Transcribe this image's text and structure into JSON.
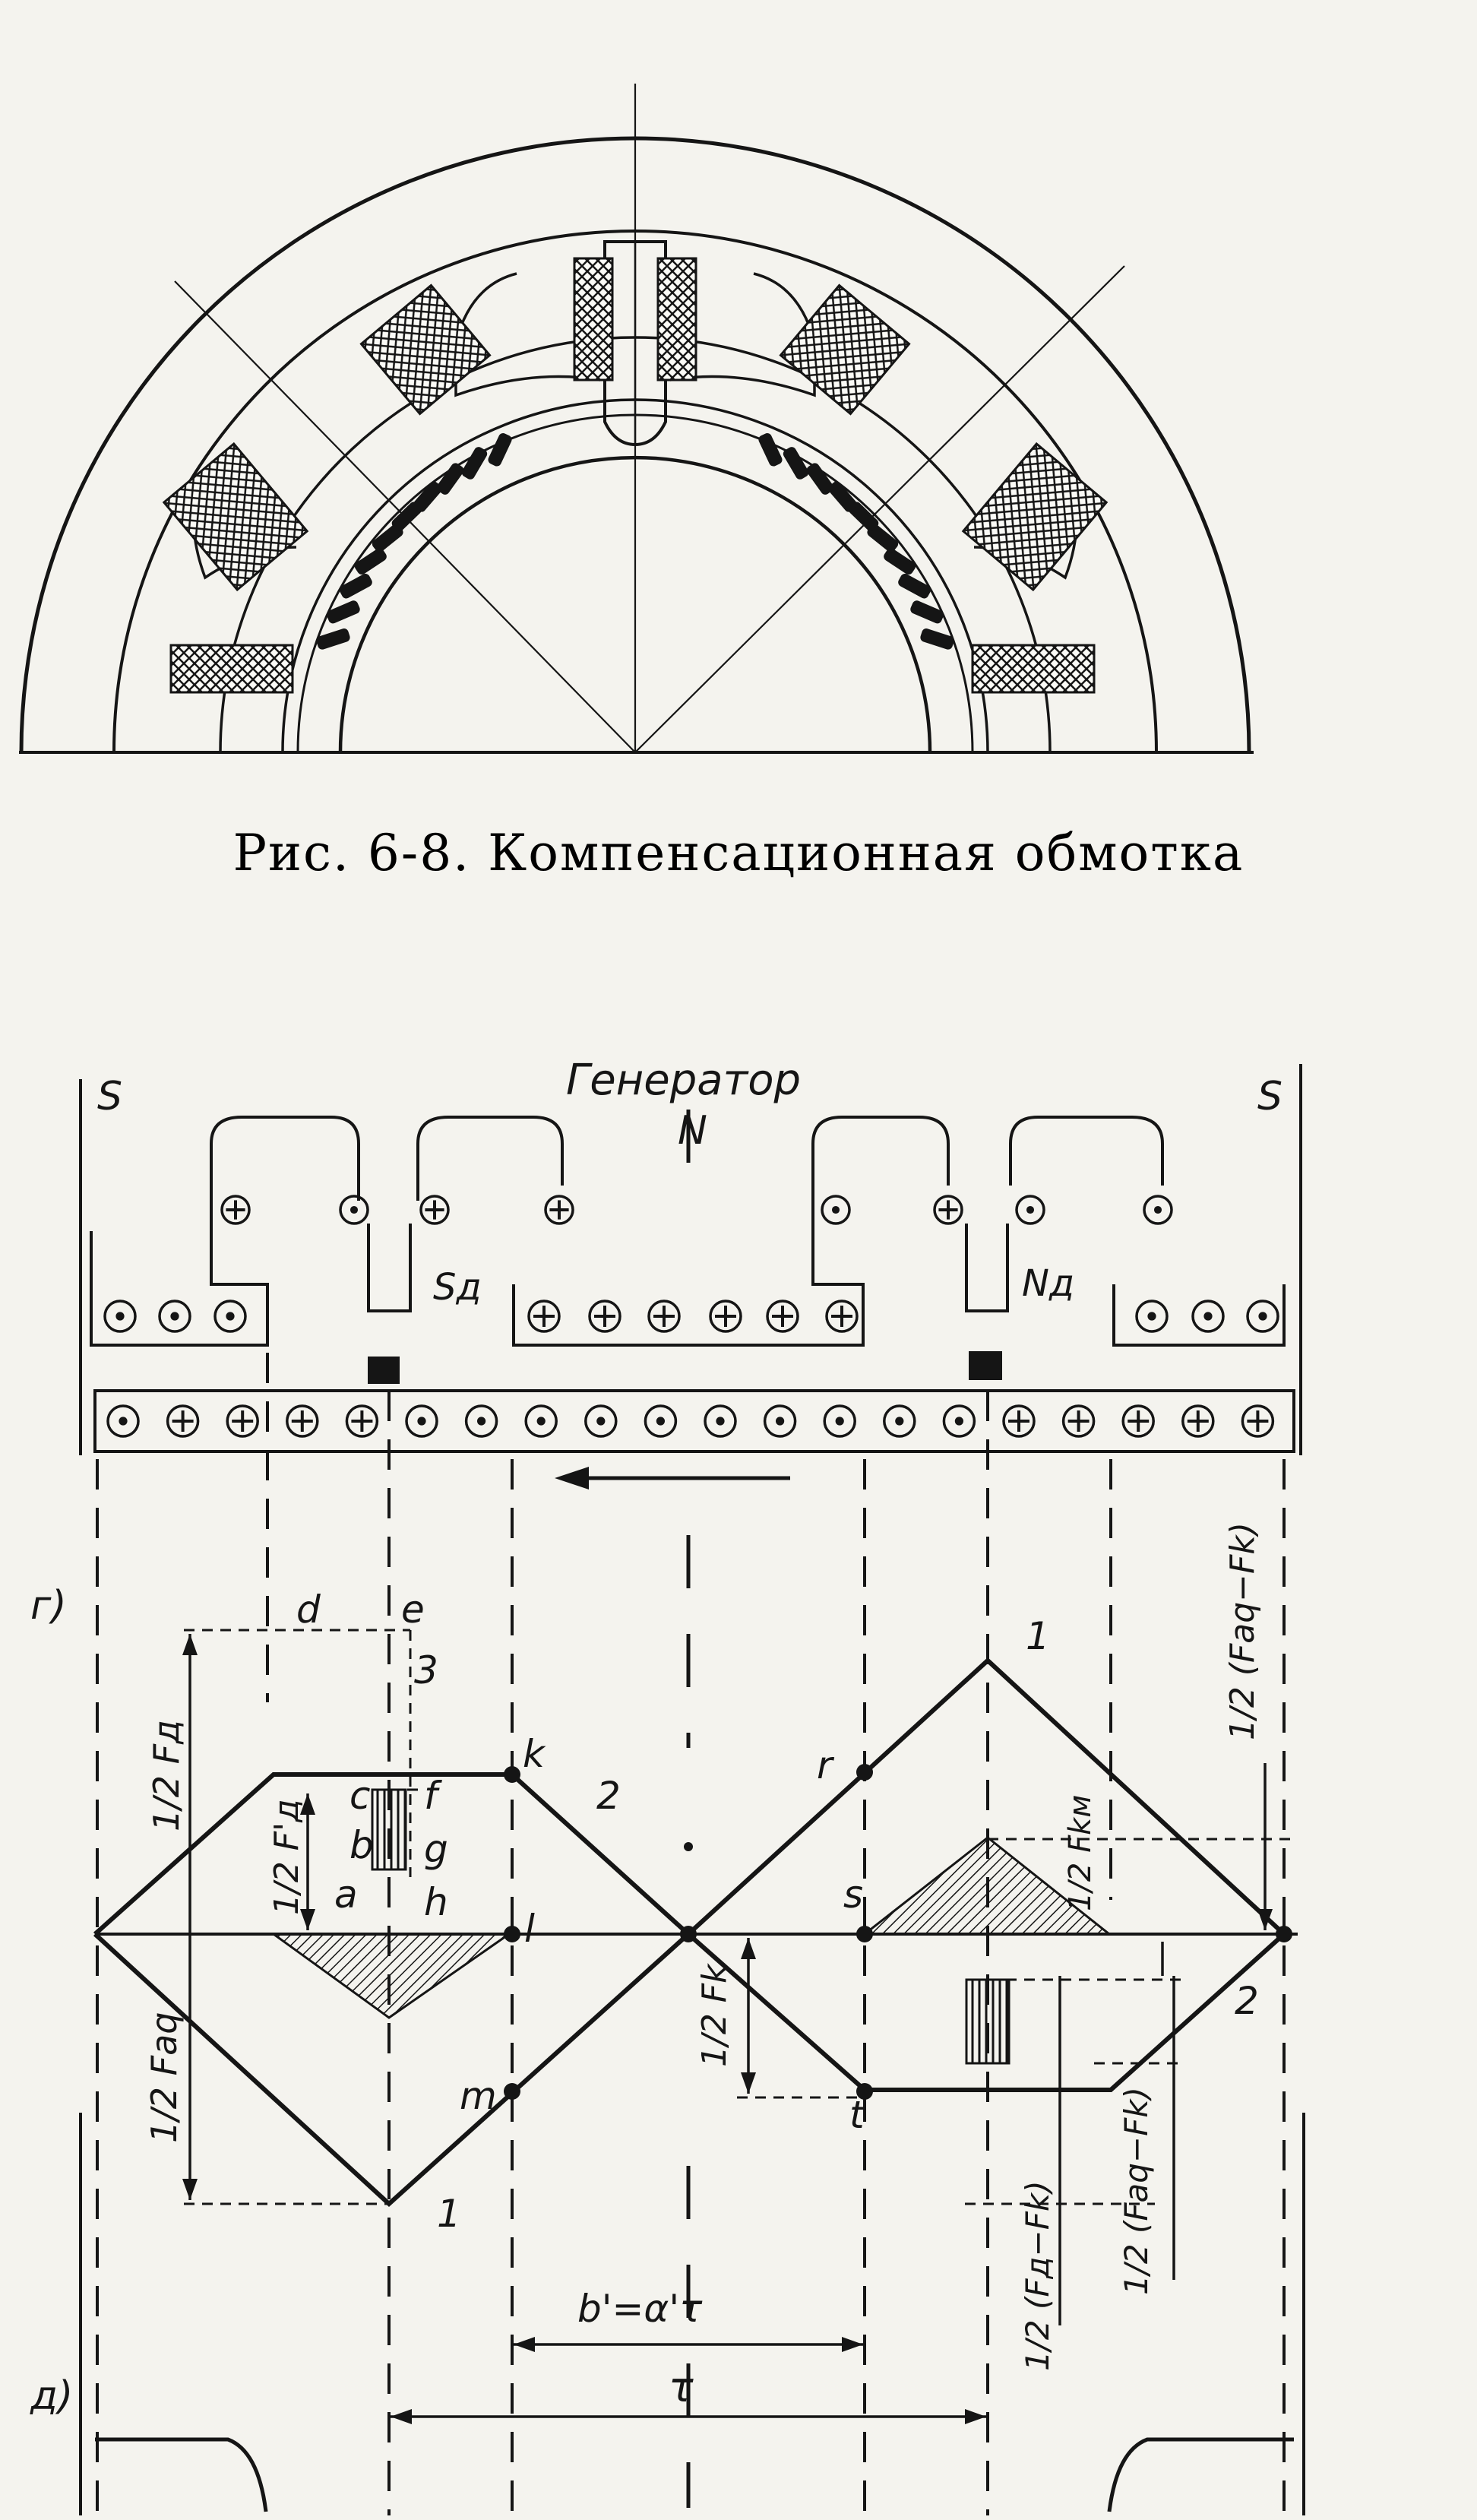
{
  "caption": "Рис. 6-8. Компенсационная обмотка",
  "top_figure": {
    "coil_count": 7,
    "slot_count_per_side": 10
  },
  "lower_figure": {
    "generator_label": "Генератор",
    "pole_N": "N",
    "pole_S_left": "S",
    "pole_S_right": "S",
    "commutating_pole_S": "Sд",
    "commutating_pole_N": "Nд",
    "panel_a_label": "г)",
    "panel_b_label": "д)",
    "upper_stator_conductors": [
      "⊙",
      "⊙",
      "⊙",
      "⊕",
      "⊕",
      "⊕",
      "⊕",
      "⊕",
      "⊕",
      "⊙",
      "⊙",
      "⊙"
    ],
    "armature_conductors": [
      "⊙",
      "⊕",
      "⊕",
      "⊕",
      "⊕",
      "⊙",
      "⊙",
      "⊙",
      "⊙",
      "⊙",
      "⊙",
      "⊙",
      "⊙",
      "⊙",
      "⊙",
      "⊕",
      "⊕",
      "⊕",
      "⊕",
      "⊕"
    ],
    "point_labels": [
      "d",
      "e",
      "3",
      "c",
      "f",
      "b",
      "g",
      "a",
      "h",
      "k",
      "l",
      "m",
      "2",
      "1",
      "r",
      "s",
      "t",
      "1",
      "2"
    ],
    "dimension_labels": {
      "half_Fd": "1/2 Fд",
      "half_Fd_prime": "1/2 F'д",
      "half_Faq": "1/2 Faq",
      "half_Fk": "1/2 Fk",
      "half_Fkm": "1/2 Fkм",
      "half_Faq_minus_Fk_top": "1/2 (Faq−Fk)",
      "half_Faq_minus_Fk_bottom": "1/2 (Faq−Fk)",
      "half_Fd_minus_Fk": "1/2 (Fд−Fk)",
      "b_prime": "b'=α'τ",
      "tau": "τ"
    }
  }
}
